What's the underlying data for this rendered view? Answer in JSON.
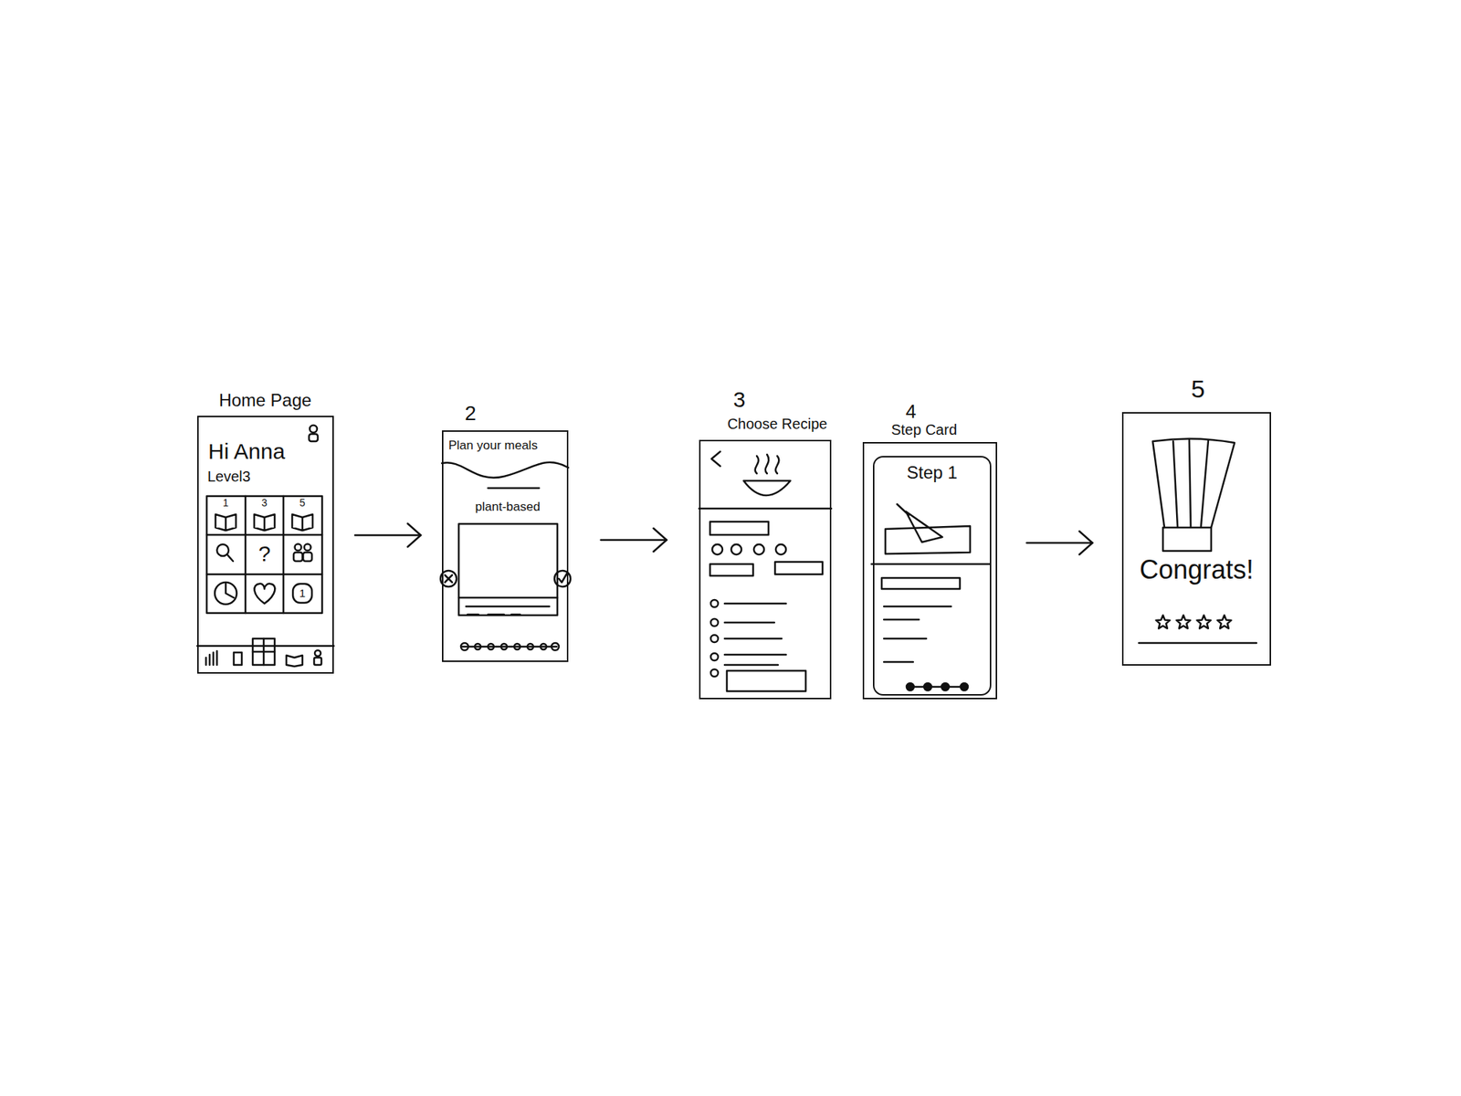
{
  "diagram": {
    "nodes": [
      {
        "text": [
          "Home Page",
          "Hi Anna",
          "Level3"
        ]
      },
      {
        "text": [
          "2",
          "Plan your meals",
          "plant-based"
        ]
      },
      {
        "text": [
          "3",
          "Choose Recipe"
        ]
      },
      {
        "text": [
          "4",
          "Step Card"
        ]
      },
      {
        "text": [
          "Step 1"
        ],
        "in": 3
      },
      {
        "text": [
          "5",
          "Congrats!"
        ]
      }
    ],
    "edges": [
      {
        "from": 0,
        "to": 1,
        "arrow": "to"
      },
      {
        "from": 1,
        "to": 2,
        "arrow": "to"
      },
      {
        "from": 3,
        "to": 5,
        "arrow": "to"
      }
    ],
    "labels": [
      "1",
      "3",
      "5",
      "?",
      "1"
    ]
  }
}
